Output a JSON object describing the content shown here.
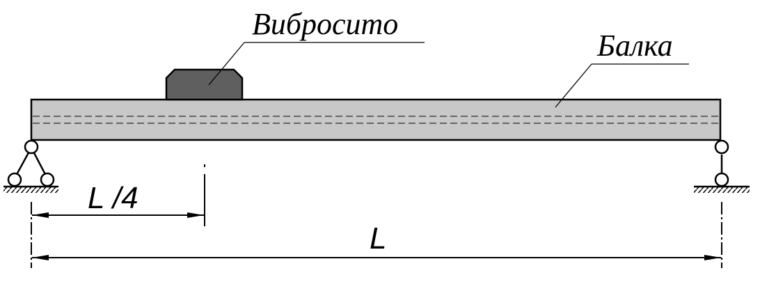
{
  "labels": {
    "vibrating_screen": "Вибросито",
    "beam": "Балка",
    "quarter_length": "L /4",
    "full_length": "L"
  },
  "colors": {
    "beam_fill": "#c8c8c8",
    "screen_fill": "#5f5f5f",
    "line": "#000000",
    "background": "#ffffff"
  }
}
